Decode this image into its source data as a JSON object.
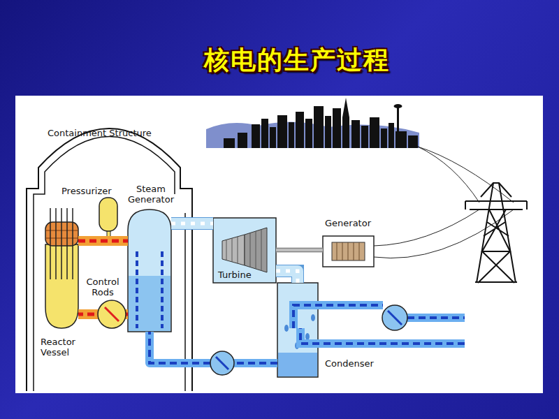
{
  "diagram": {
    "title": "核电的生产过程",
    "nodes": [
      {
        "text": [
          "Containment Structure"
        ]
      },
      {
        "text": [
          "Pressurizer"
        ],
        "in": 0
      },
      {
        "text": [
          "Steam Generator"
        ],
        "in": 0
      },
      {
        "text": [
          "Control Rods",
          "Reactor Vessel"
        ],
        "in": 0
      },
      {
        "text": [
          "Turbine"
        ]
      },
      {
        "text": [
          "Generator"
        ]
      },
      {
        "text": [
          "Condenser"
        ]
      }
    ],
    "edges": [
      {
        "from": 3,
        "to": 2,
        "arrow": "none"
      },
      {
        "from": 2,
        "to": 3,
        "arrow": "none"
      },
      {
        "from": 6,
        "to": 2,
        "arrow": "none"
      },
      {
        "from": 2,
        "to": 4,
        "arrow": "none"
      },
      {
        "from": 4,
        "to": 6,
        "arrow": "none"
      },
      {
        "from": 4,
        "to": 5,
        "arrow": "none"
      }
    ]
  }
}
